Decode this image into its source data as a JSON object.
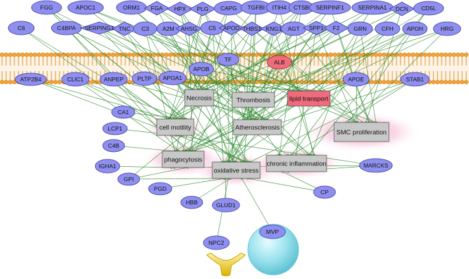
{
  "colors": {
    "protein": "#8f8ff0",
    "protein_stroke": "#3c3c9e",
    "highlight": "#f06b7b",
    "highlight_stroke": "#8a2430",
    "process": "#c8c8c8",
    "process_highlight": "#f06b7b",
    "process_stroke": "#555555",
    "edge": "#2e8a2e",
    "membrane_head": "#f2a23a",
    "glow": "#f5a3c8"
  },
  "proteins": {
    "FGG": "FGG",
    "APOC1": "APOC1",
    "ORM1": "ORM1",
    "FGA": "FGA",
    "HPX": "HPX",
    "PLG": "PLG",
    "CAPG": "CAPG",
    "TGFBI": "TGFBI",
    "ITIH4": "ITIH4",
    "CTSB": "CTSB",
    "SERPINF1": "SERPINF1",
    "SERPINA1": "SERPINA1",
    "DCN": "DCN",
    "CD5L": "CD5L",
    "C6": "C6",
    "C4BPA": "C4BPA",
    "SERPING1": "SERPING1",
    "TNC": "TNC",
    "C3": "C3",
    "A2M": "A2M",
    "AHSG": "AHSG",
    "C5": "C5",
    "APOD": "APOD",
    "THBS1": "THBS1",
    "KNG1": "KNG1",
    "AGT": "AGT",
    "SPP1": "SPP1",
    "F2": "F2",
    "GRN": "GRN",
    "CFH": "CFH",
    "APOH": "APOH",
    "HRG": "HRG",
    "TF": "TF",
    "ALB": "ALB",
    "APOB": "APOB",
    "ATP2B4": "ATP2B4",
    "CLIC1": "CLIC1",
    "ANPEP": "ANPEP",
    "PLTP": "PLTP",
    "APOA1": "APOA1",
    "APOE": "APOE",
    "STAB1": "STAB1",
    "CA1": "CA1",
    "LCP1": "LCP1",
    "C4B": "C4B",
    "IGHA1": "IGHA1",
    "GPI": "GPI",
    "PGD": "PGD",
    "HBB": "HBB",
    "GLUD1": "GLUD1",
    "CP": "CP",
    "MARCKS": "MARCKS",
    "NPC2": "NPC2",
    "MVP": "MVP"
  },
  "processes": {
    "necrosis": "Necrosis",
    "thrombosis": "Thrombosis",
    "lipid_transport": "lipid transport",
    "cell_motility": "cell motility",
    "atherosclerosis": "Atherosclerosis",
    "smc_proliferation": "SMC proliferation",
    "phagocytosis": "phagocytosis",
    "chronic_inflammation": "chronic inflammation",
    "oxidative_stress": "oxidative stress"
  }
}
